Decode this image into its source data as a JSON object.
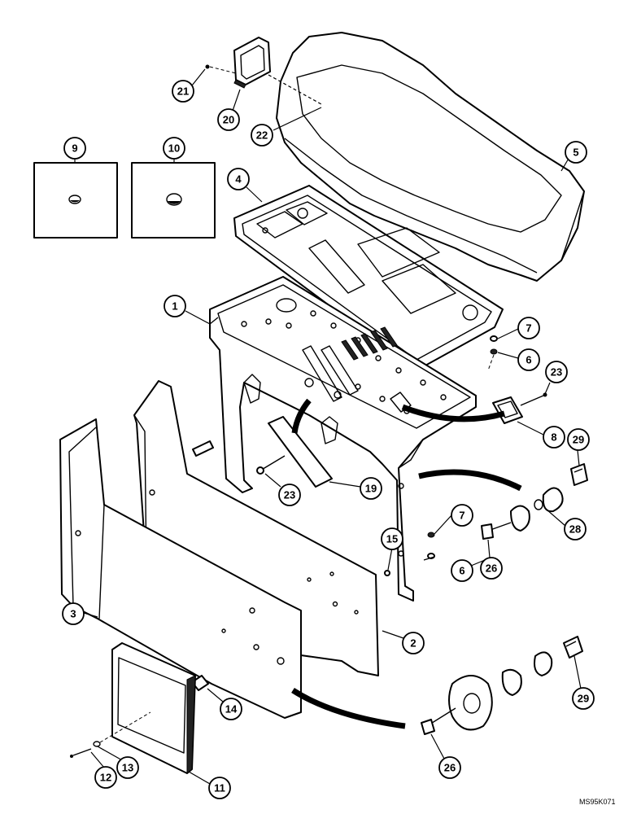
{
  "callouts": {
    "c1": "1",
    "c2": "2",
    "c3": "3",
    "c4": "4",
    "c5": "5",
    "c6a": "6",
    "c6b": "6",
    "c7a": "7",
    "c7b": "7",
    "c8": "8",
    "c9": "9",
    "c10": "10",
    "c11": "11",
    "c12": "12",
    "c13": "13",
    "c14": "14",
    "c15": "15",
    "c19": "19",
    "c20": "20",
    "c21": "21",
    "c22": "22",
    "c23a": "23",
    "c23b": "23",
    "c26a": "26",
    "c26b": "26",
    "c28": "28",
    "c29a": "29",
    "c29b": "29"
  },
  "reference_code": "MS95K071"
}
